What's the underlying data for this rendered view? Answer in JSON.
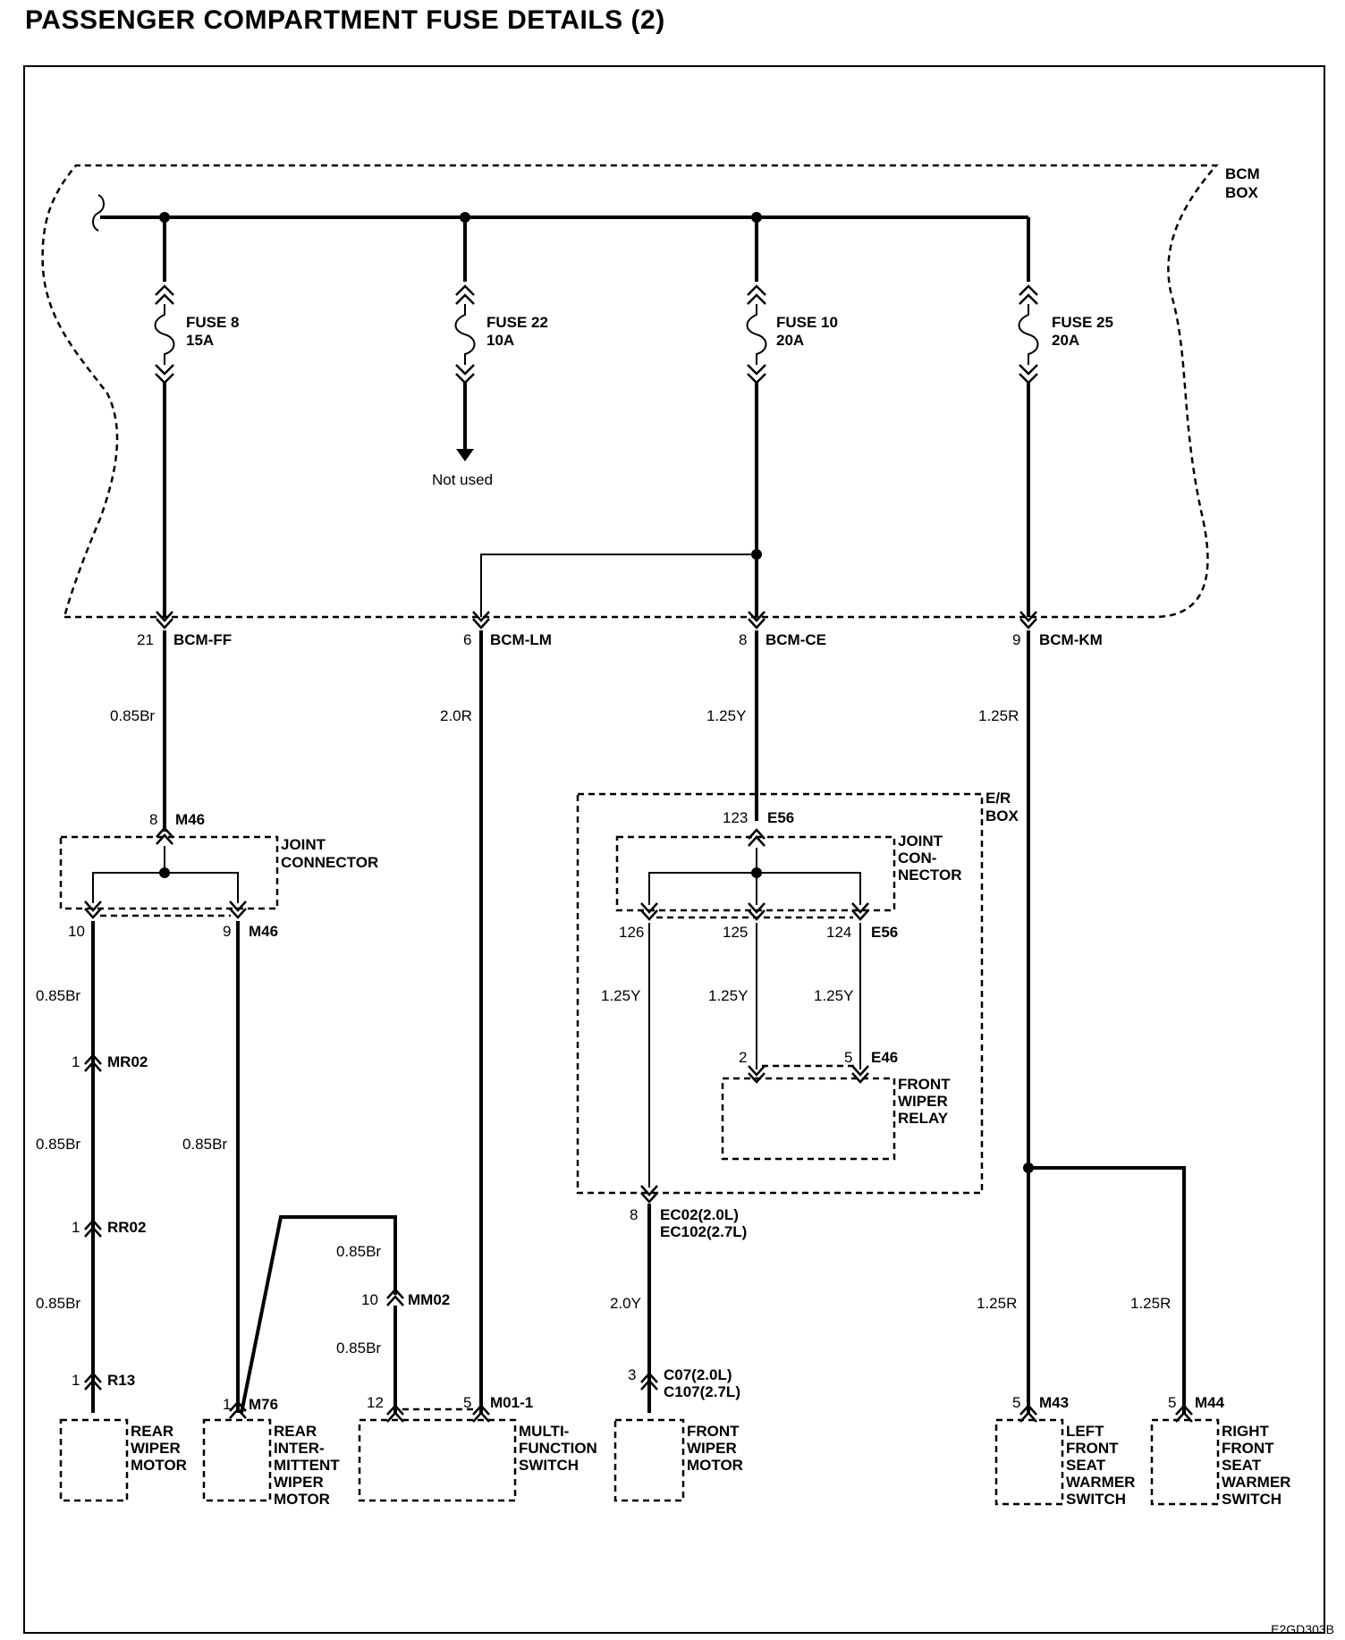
{
  "page": {
    "title": "PASSENGER COMPARTMENT FUSE DETAILS (2)",
    "footer_code": "E2GD303B"
  },
  "boxes": {
    "bcm": "BCM BOX",
    "bcm_line1": "BCM",
    "bcm_line2": "BOX",
    "er_line1": "E/R",
    "er_line2": "BOX"
  },
  "fuses": [
    {
      "name": "FUSE 8",
      "rating": "15A"
    },
    {
      "name": "FUSE 22",
      "rating": "10A",
      "note": "Not used"
    },
    {
      "name": "FUSE 10",
      "rating": "20A"
    },
    {
      "name": "FUSE 25",
      "rating": "20A"
    }
  ],
  "bcm_pins": [
    {
      "pin": "21",
      "connector": "BCM-FF"
    },
    {
      "pin": "6",
      "connector": "BCM-LM"
    },
    {
      "pin": "8",
      "connector": "BCM-CE"
    },
    {
      "pin": "9",
      "connector": "BCM-KM"
    }
  ],
  "wires": {
    "w1": "0.85Br",
    "w2": "2.0R",
    "w3": "1.25Y",
    "w4": "1.25R",
    "w5": "0.85Br",
    "w6": "0.85Br",
    "w7": "0.85Br",
    "w8": "0.85Br",
    "w9": "0.85Br",
    "w10": "0.85Br",
    "w11": "1.25Y",
    "w12": "1.25Y",
    "w13": "1.25Y",
    "w14": "2.0Y",
    "w15": "1.25R",
    "w16": "1.25R"
  },
  "connectors": {
    "m46_top_pin": "8",
    "m46_top": "M46",
    "jc1_line1": "JOINT",
    "jc1_line2": "CONNECTOR",
    "m46_bot_pin_a": "10",
    "m46_bot_pin_b": "9",
    "m46_bot": "M46",
    "mr02_pin": "1",
    "mr02": "MR02",
    "rr02_pin": "1",
    "rr02": "RR02",
    "r13_pin": "1",
    "r13": "R13",
    "m76_pin": "1",
    "m76": "M76",
    "mm02_pin": "10",
    "mm02": "MM02",
    "m01_pin_a": "12",
    "m01_pin_b": "5",
    "m01": "M01-1",
    "e56_top_pin": "123",
    "e56_top": "E56",
    "jc2_line1": "JOINT",
    "jc2_line2": "CON-",
    "jc2_line3": "NECTOR",
    "e56_pin_a": "126",
    "e56_pin_b": "125",
    "e56_pin_c": "124",
    "e56_bot": "E56",
    "e46_pin_a": "2",
    "e46_pin_b": "5",
    "e46": "E46",
    "ec02_pin": "8",
    "ec02": "EC02(2.0L)",
    "ec102": "EC102(2.7L)",
    "c07_pin": "3",
    "c07": "C07(2.0L)",
    "c107": "C107(2.7L)",
    "m43_pin": "5",
    "m43": "M43",
    "m44_pin": "5",
    "m44": "M44"
  },
  "components": {
    "rear_wiper_motor": [
      "REAR",
      "WIPER",
      "MOTOR"
    ],
    "rear_int_wiper_motor": [
      "REAR",
      "INTER-",
      "MITTENT",
      "WIPER",
      "MOTOR"
    ],
    "multi_function_switch": [
      "MULTI-",
      "FUNCTION",
      "SWITCH"
    ],
    "front_wiper_motor": [
      "FRONT",
      "WIPER",
      "MOTOR"
    ],
    "front_wiper_relay": [
      "FRONT",
      "WIPER",
      "RELAY"
    ],
    "left_seat_warmer": [
      "LEFT",
      "FRONT",
      "SEAT",
      "WARMER",
      "SWITCH"
    ],
    "right_seat_warmer": [
      "RIGHT",
      "FRONT",
      "SEAT",
      "WARMER",
      "SWITCH"
    ]
  }
}
